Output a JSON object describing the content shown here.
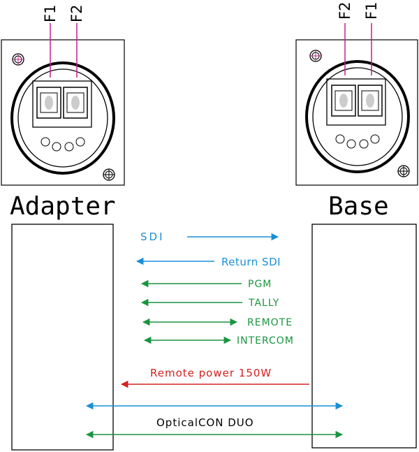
{
  "connectors": {
    "left": {
      "fiber_labels": [
        "F1",
        "F2"
      ]
    },
    "right": {
      "fiber_labels": [
        "F2",
        "F1"
      ]
    }
  },
  "devices": {
    "left": "Adapter",
    "right": "Base"
  },
  "signals": [
    {
      "label": "SDI",
      "direction": "to-base",
      "color": "#1a8fd6"
    },
    {
      "label": "Return SDI",
      "direction": "to-adapter",
      "color": "#1a8fd6"
    },
    {
      "label": "PGM",
      "direction": "to-adapter",
      "color": "#1a9440"
    },
    {
      "label": "TALLY",
      "direction": "to-adapter",
      "color": "#1a9440"
    },
    {
      "label": "REMOTE",
      "direction": "both",
      "color": "#1a9440"
    },
    {
      "label": "INTERCOM",
      "direction": "both",
      "color": "#1a9440"
    },
    {
      "label": "Remote power 150W",
      "direction": "to-adapter",
      "color": "#d42020"
    }
  ],
  "link": {
    "label": "OpticalCON DUO",
    "arrows": [
      {
        "direction": "both",
        "color": "#1a8fd6"
      },
      {
        "direction": "both",
        "color": "#1a9440"
      }
    ]
  },
  "colors": {
    "fiber_line": "#c0208f",
    "crosshair": "#c0208f"
  }
}
